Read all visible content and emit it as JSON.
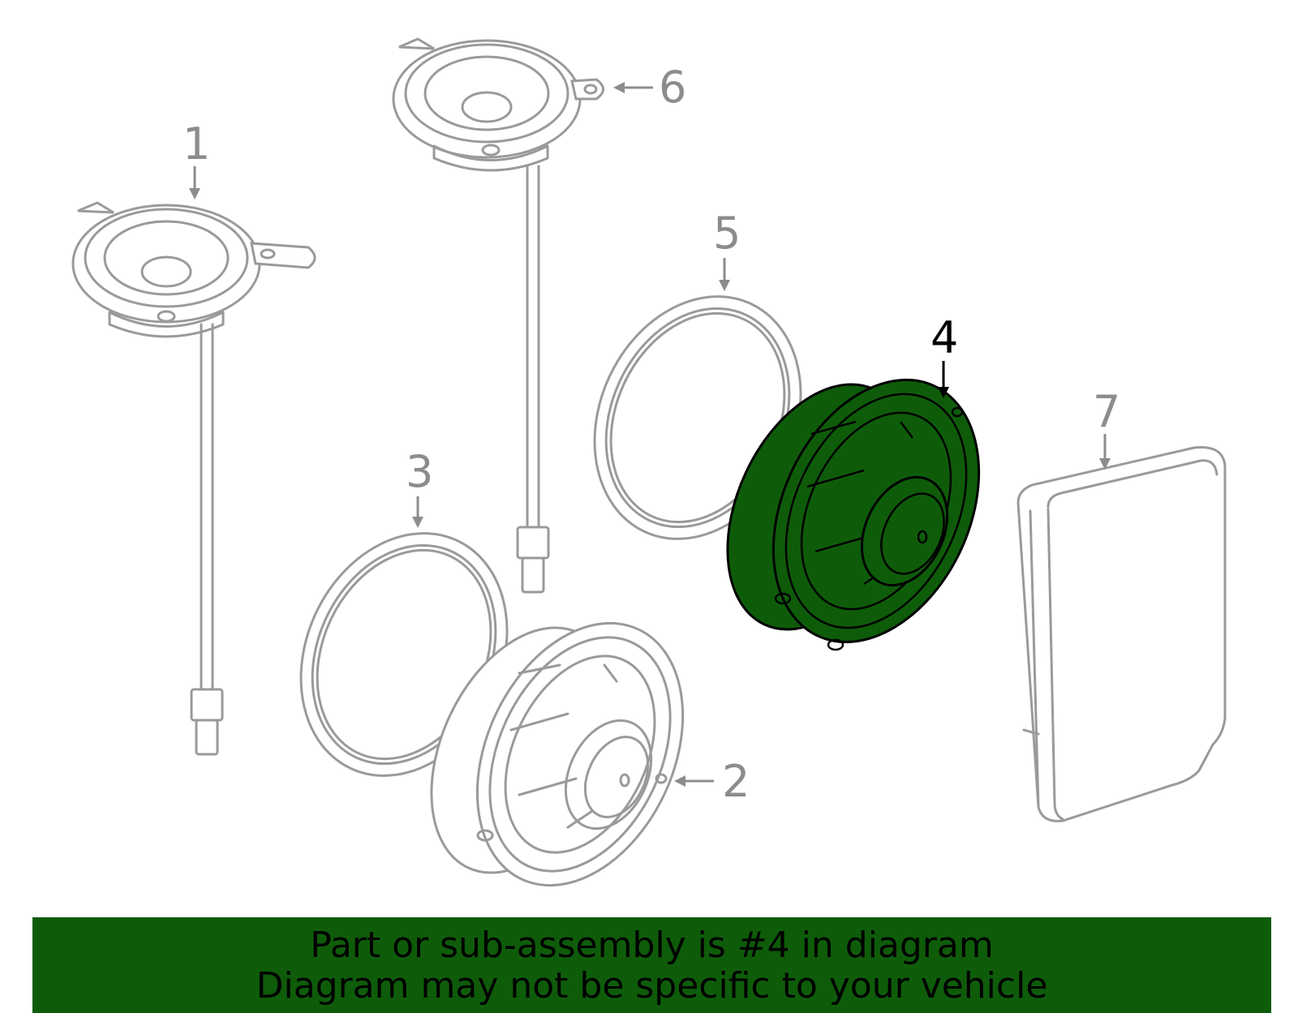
{
  "callouts": {
    "c1": "1",
    "c2": "2",
    "c3": "3",
    "c4": "4",
    "c5": "5",
    "c6": "6",
    "c7": "7"
  },
  "highlighted_part": "4",
  "colors": {
    "highlight": "#0e5c0a",
    "part_outline": "#9a9a9a",
    "banner_bg": "#0e5c0a"
  },
  "banner": {
    "line1": "Part or sub-assembly is #4 in diagram",
    "line2": "Diagram may not be specific to your vehicle"
  }
}
